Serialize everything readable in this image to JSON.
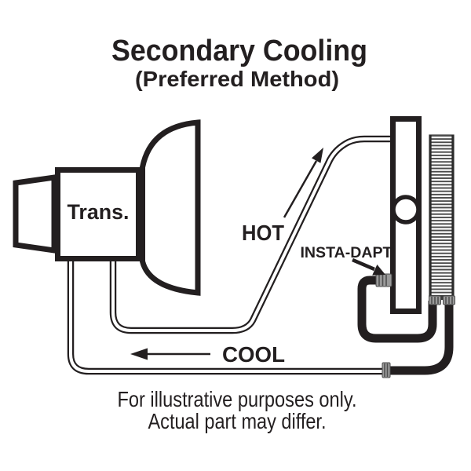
{
  "title": {
    "main": "Secondary Cooling",
    "sub": "(Preferred Method)"
  },
  "labels": {
    "transmission": "Trans.",
    "hot": "HOT",
    "cool": "COOL",
    "fitting": "INSTA-DAPT"
  },
  "disclaimer": {
    "line1": "For illustrative purposes only.",
    "line2": "Actual part may differ."
  },
  "colors": {
    "ink": "#231f20",
    "background": "#ffffff",
    "fitting_metal": "#9a9a9a",
    "fin": "#4a4a4a"
  }
}
